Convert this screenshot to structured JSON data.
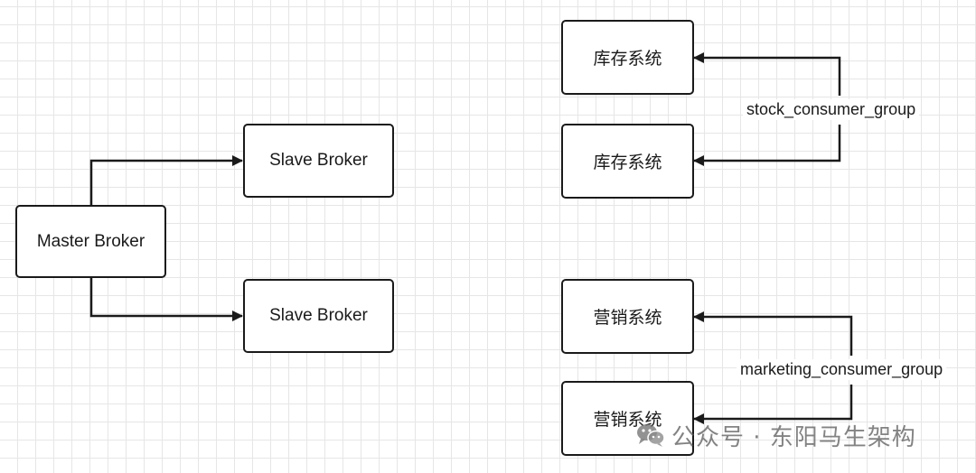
{
  "nodes": {
    "master": "Master Broker",
    "slave_top": "Slave Broker",
    "slave_bottom": "Slave Broker",
    "stock_1": "库存系统",
    "stock_2": "库存系统",
    "marketing_1": "营销系统",
    "marketing_2": "营销系统"
  },
  "edge_labels": {
    "stock_group": "stock_consumer_group",
    "marketing_group": "marketing_consumer_group"
  },
  "watermark": {
    "icon": "wechat-icon",
    "text": "公众号 · 东阳马生架构"
  },
  "colors": {
    "stroke": "#1a1a1a",
    "grid": "#e6e6e6",
    "background": "#ffffff"
  }
}
